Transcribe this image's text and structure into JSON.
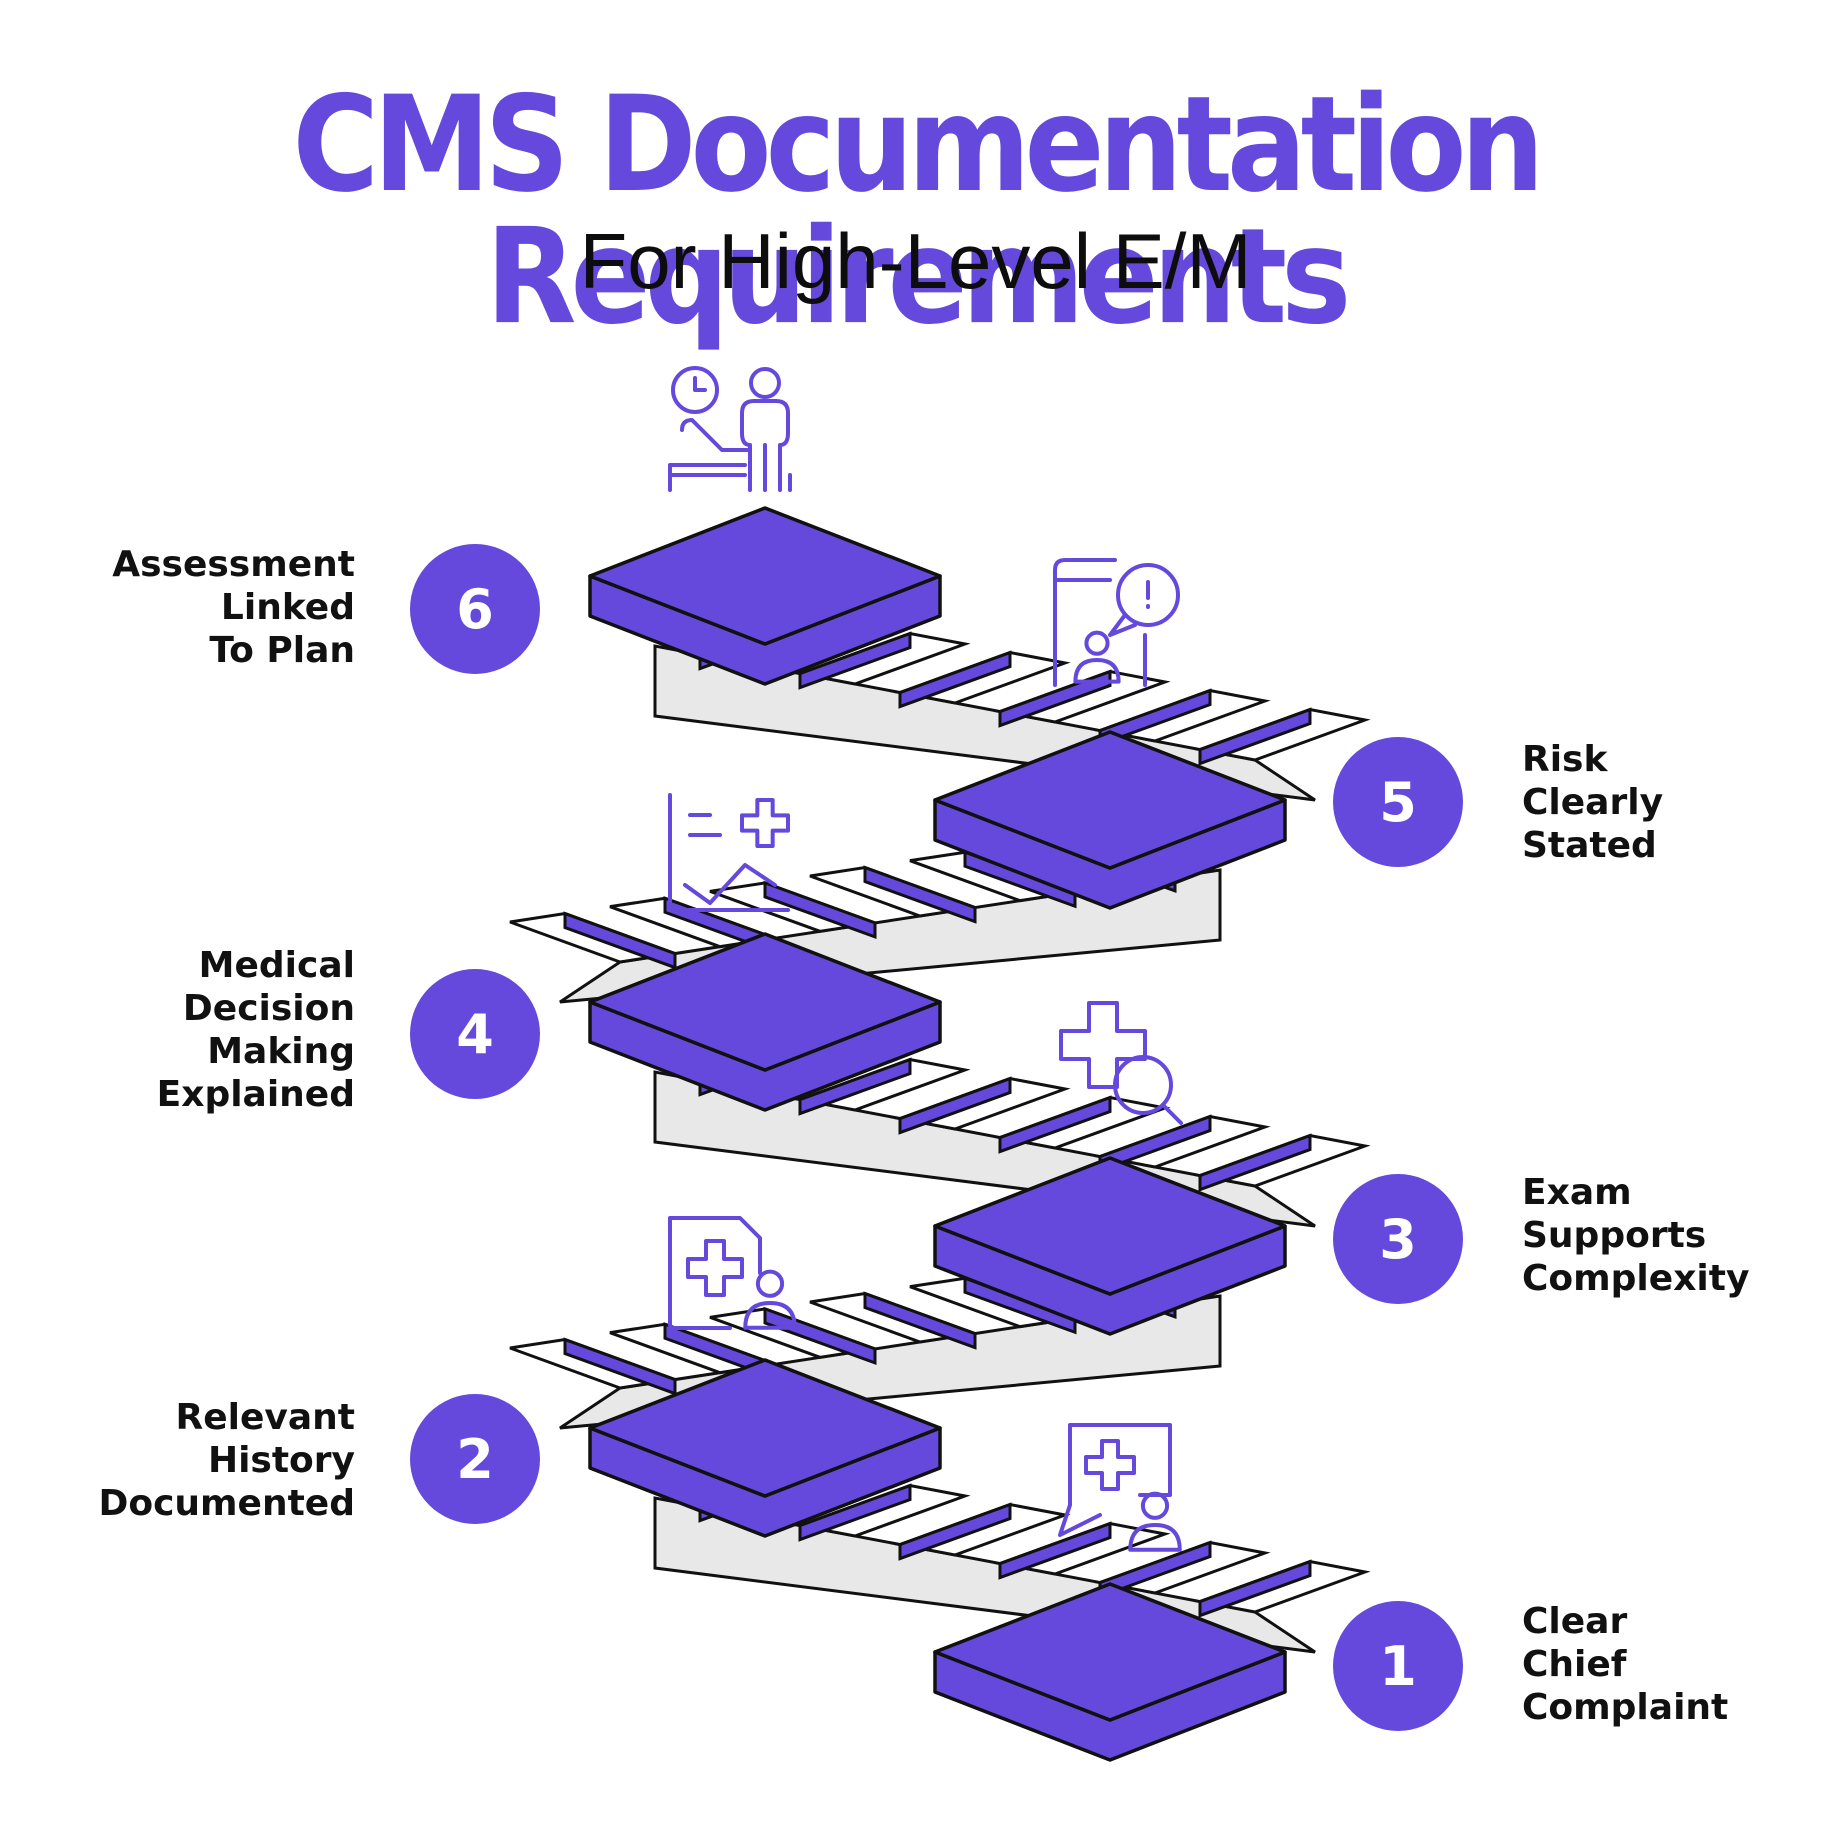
{
  "header": {
    "title": "CMS Documentation Requirements",
    "subtitle": "For High-Level E/M"
  },
  "colors": {
    "accent": "#6549dc",
    "outline": "#111111",
    "stair_side": "#e8e8e8"
  },
  "steps": [
    {
      "number": "1",
      "lines": [
        "Clear",
        "Chief",
        "Complaint"
      ],
      "icon": "chat-medical-patient-icon"
    },
    {
      "number": "2",
      "lines": [
        "Relevant",
        "History",
        "Documented"
      ],
      "icon": "medical-record-patient-icon"
    },
    {
      "number": "3",
      "lines": [
        "Exam",
        "Supports",
        "Complexity"
      ],
      "icon": "medical-search-icon"
    },
    {
      "number": "4",
      "lines": [
        "Medical",
        "Decision",
        "Making",
        "Explained"
      ],
      "icon": "medical-chart-icon"
    },
    {
      "number": "5",
      "lines": [
        "Risk",
        "Clearly",
        "Stated"
      ],
      "icon": "mobile-alert-patient-icon"
    },
    {
      "number": "6",
      "lines": [
        "Assessment",
        "Linked",
        "To Plan"
      ],
      "icon": "consultation-clock-icon"
    }
  ]
}
